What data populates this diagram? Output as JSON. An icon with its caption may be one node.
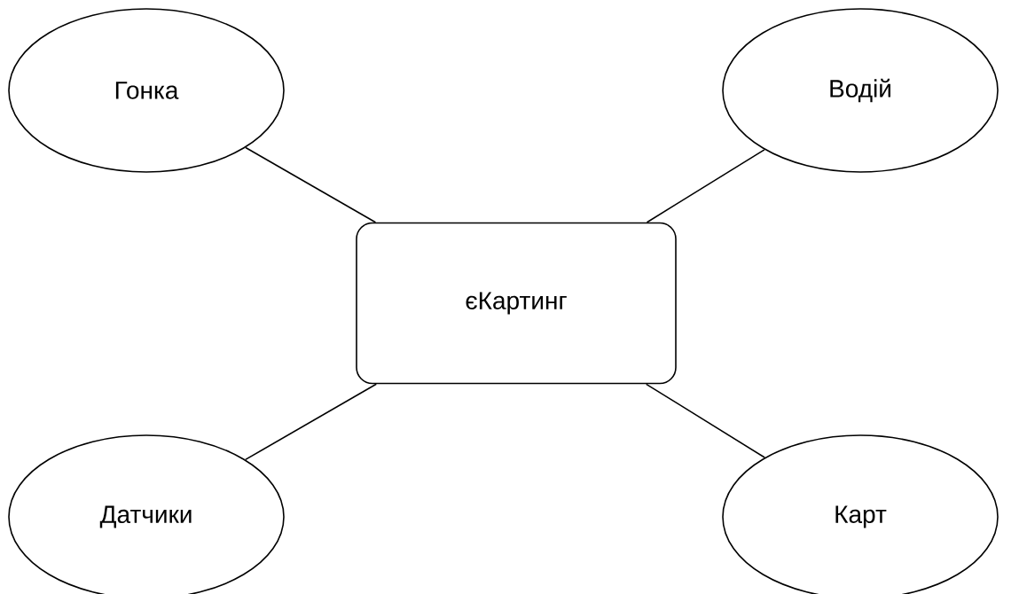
{
  "diagram": {
    "nodes": [
      {
        "text": [
          "Гонка"
        ]
      },
      {
        "text": [
          "Водій"
        ]
      },
      {
        "text": [
          "єКартинг"
        ]
      },
      {
        "text": [
          "Датчики"
        ]
      },
      {
        "text": [
          "Карт"
        ]
      }
    ],
    "edges": [
      {
        "from": 0,
        "to": 2,
        "arrow": "none"
      },
      {
        "from": 1,
        "to": 2,
        "arrow": "none"
      },
      {
        "from": 2,
        "to": 3,
        "arrow": "none"
      },
      {
        "from": 2,
        "to": 4,
        "arrow": "none"
      }
    ]
  }
}
